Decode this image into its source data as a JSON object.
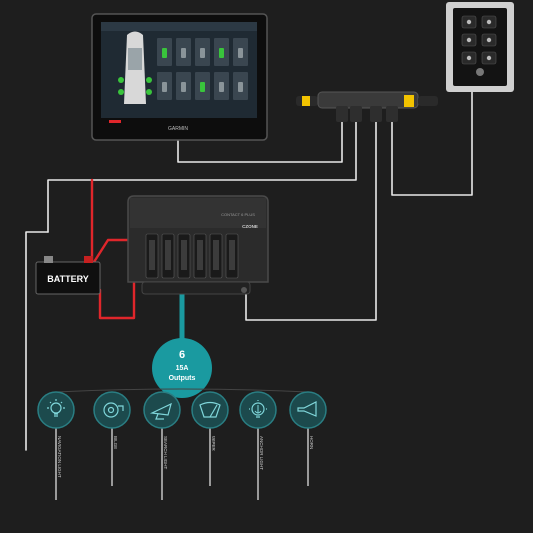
{
  "battery": {
    "label": "BATTERY"
  },
  "display": {
    "brand": "GARMIN"
  },
  "module": {
    "name": "CONTACT 6 PLUS",
    "brand": "CZONE"
  },
  "hub": {
    "count": "6",
    "rating": "15A",
    "label": "Outputs"
  },
  "outputs": [
    {
      "icon": "lamp-icon",
      "label": "NAVIGATION LIGHT"
    },
    {
      "icon": "bilge-pump-icon",
      "label": "BILGE"
    },
    {
      "icon": "searchlight-icon",
      "label": "SEARCH LIGHT"
    },
    {
      "icon": "wiper-icon",
      "label": "WIPER"
    },
    {
      "icon": "anchor-light-icon",
      "label": "ANCHOR LIGHT"
    },
    {
      "icon": "horn-icon",
      "label": "HORN"
    }
  ],
  "colors": {
    "background": "#1e1e1e",
    "teal": "#1a9aa0",
    "wire_red": "#e0262b",
    "wire_white": "#e8e8e8",
    "connector_yellow": "#f2c300"
  }
}
